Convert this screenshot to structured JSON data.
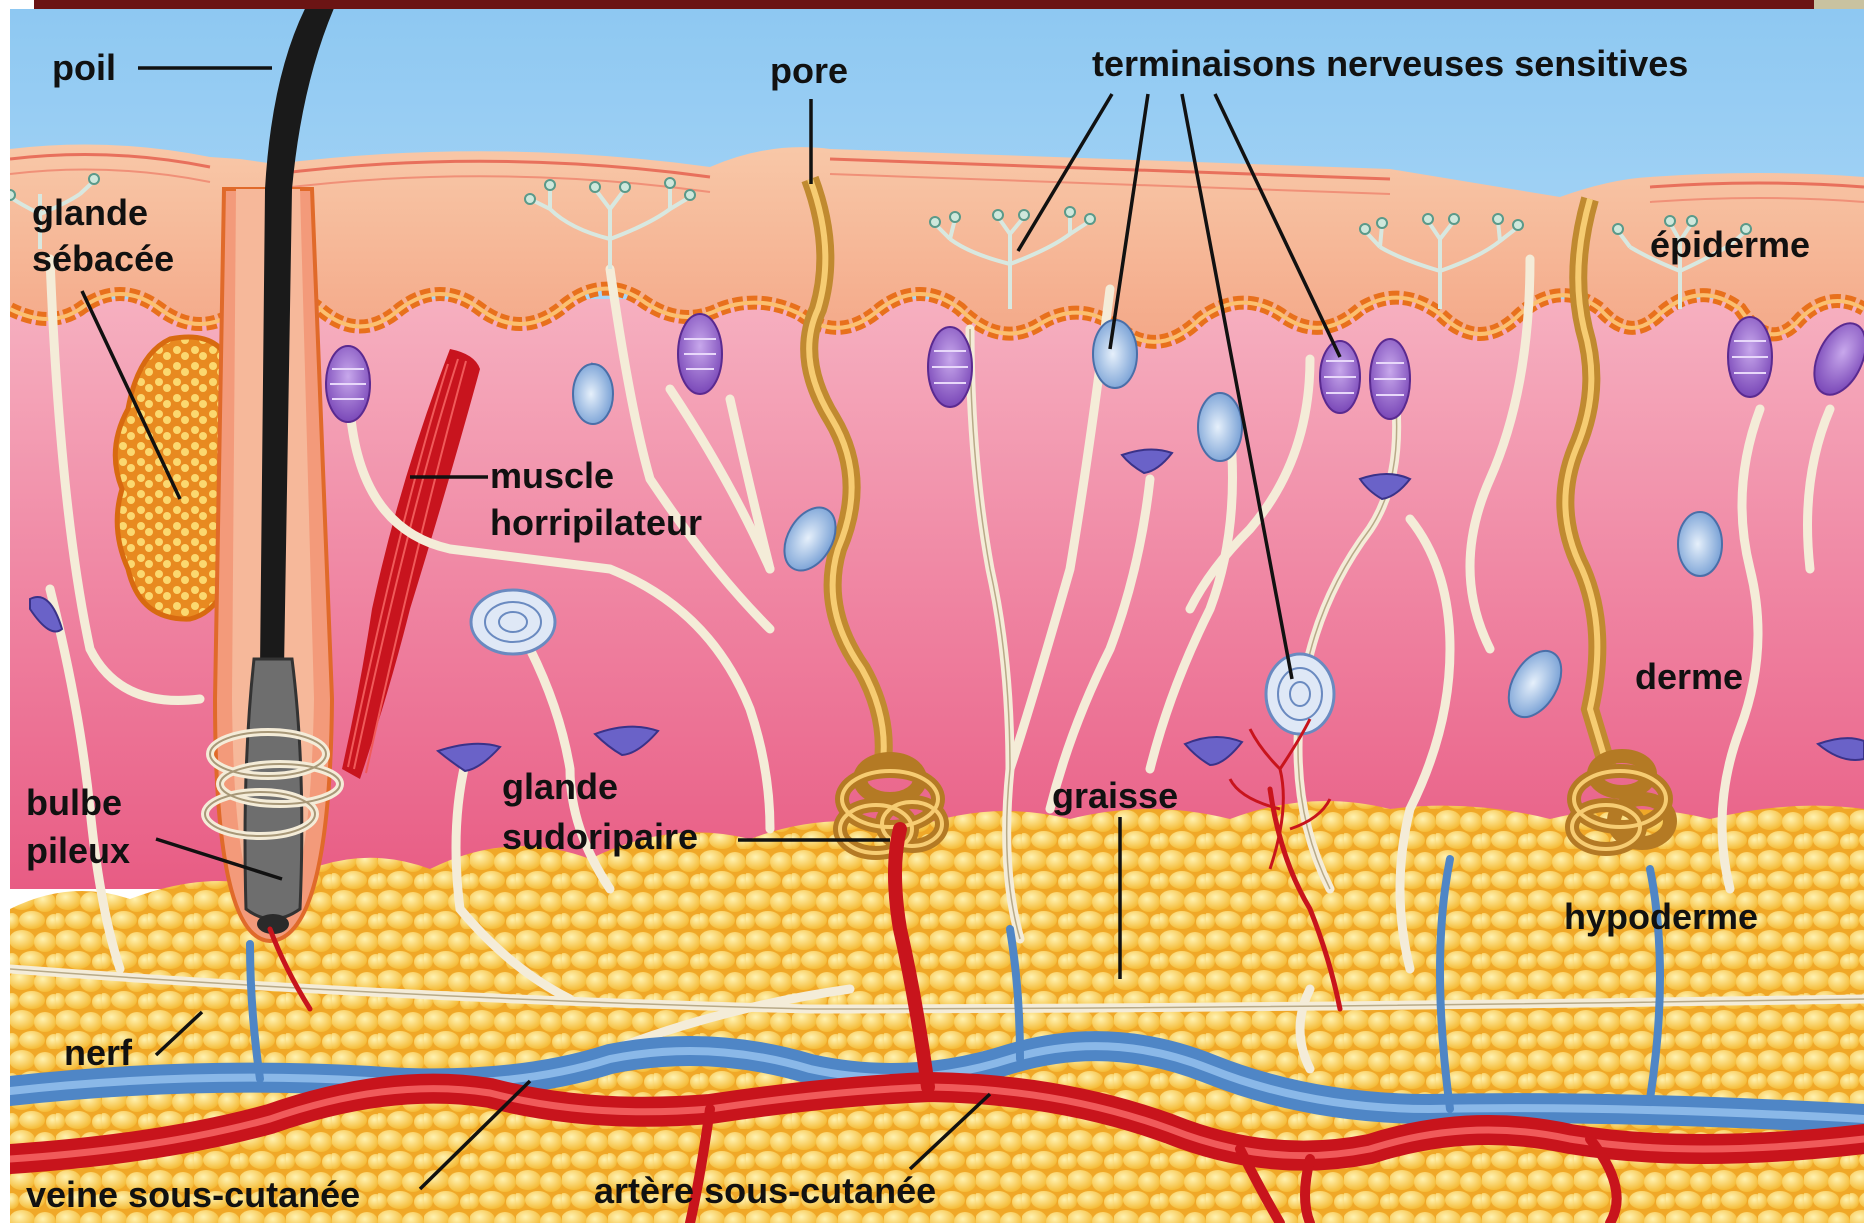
{
  "colors": {
    "sky": "#8ec8f2",
    "epidermis": "#f6b596",
    "dermis_top": "#f6a8b8",
    "dermis_bottom": "#ea6a8e",
    "fat": "#f8c840",
    "fat_cell": "#fde07a",
    "hair": "#1a1a1a",
    "muscle": "#c8141e",
    "nerve": "#f2ead8",
    "artery": "#c8141c",
    "vein": "#4f86c6",
    "gland": "#c08a30",
    "receptor_purple": "#8a5ac0",
    "receptor_blue": "#7fa8d8"
  },
  "labels": {
    "poil": "poil",
    "glande_sebacee_1": "glande",
    "glande_sebacee_2": "sébacée",
    "pore": "pore",
    "terminaisons": "terminaisons nerveuses sensitives",
    "epiderme": "épiderme",
    "muscle_1": "muscle",
    "muscle_2": "horripilateur",
    "derme": "derme",
    "bulbe_1": "bulbe",
    "bulbe_2": "pileux",
    "glande_sudoripaire_1": "glande",
    "glande_sudoripaire_2": "sudoripaire",
    "graisse": "graisse",
    "hypoderme": "hypoderme",
    "nerf": "nerf",
    "veine": "veine sous-cutanée",
    "artere": "artère sous-cutanée"
  }
}
